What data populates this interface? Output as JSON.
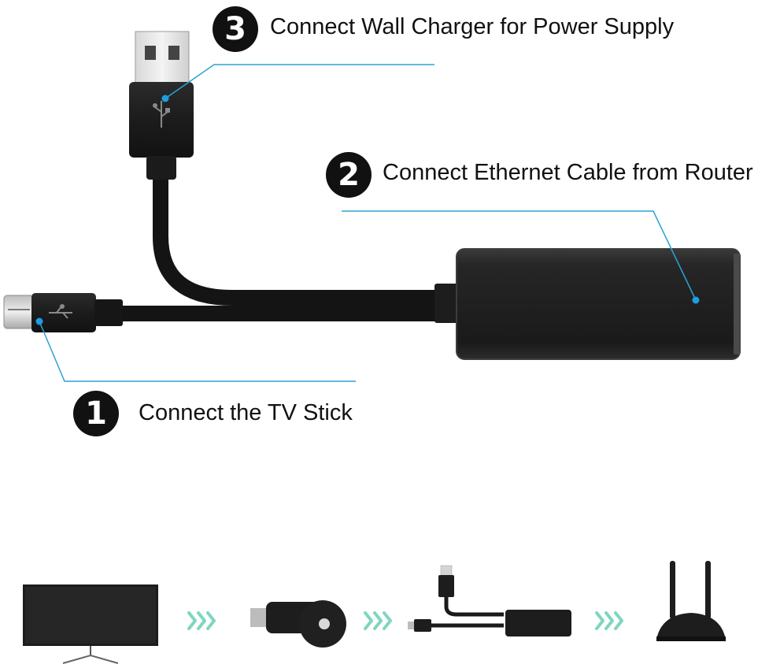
{
  "steps": [
    {
      "number": "3",
      "label": "Connect Wall Charger for Power Supply"
    },
    {
      "number": "2",
      "label": "Connect Ethernet Cable from Router"
    },
    {
      "number": "1",
      "label": "Connect the TV Stick"
    }
  ],
  "colors": {
    "callout_line": "#2aa3d2",
    "callout_dot": "#1e9de0",
    "device_black": "#1a1a1a",
    "arrow_green": "#7fd6c0"
  },
  "icons": [
    "usb-a-plug-icon",
    "micro-usb-plug-icon",
    "ethernet-adapter-icon",
    "usb-symbol-icon",
    "tv-monitor-icon",
    "streaming-dongle-icon",
    "adapter-cable-icon",
    "wifi-router-icon",
    "chevron-arrows-icon"
  ]
}
